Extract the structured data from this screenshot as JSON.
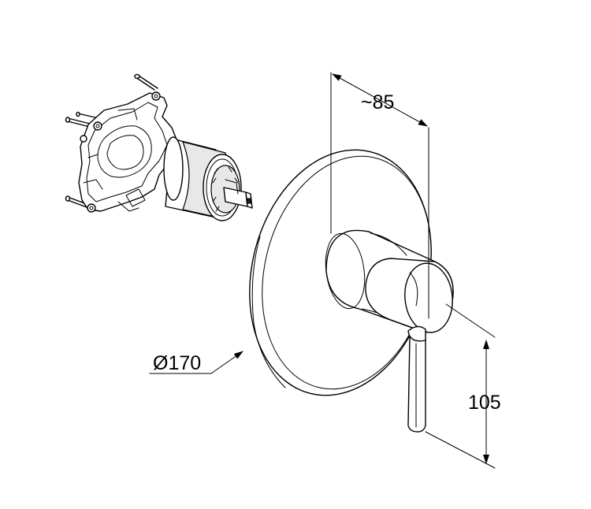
{
  "dimensions": {
    "depth": "~85",
    "diameter": "Ø170",
    "lever_height": "105"
  }
}
